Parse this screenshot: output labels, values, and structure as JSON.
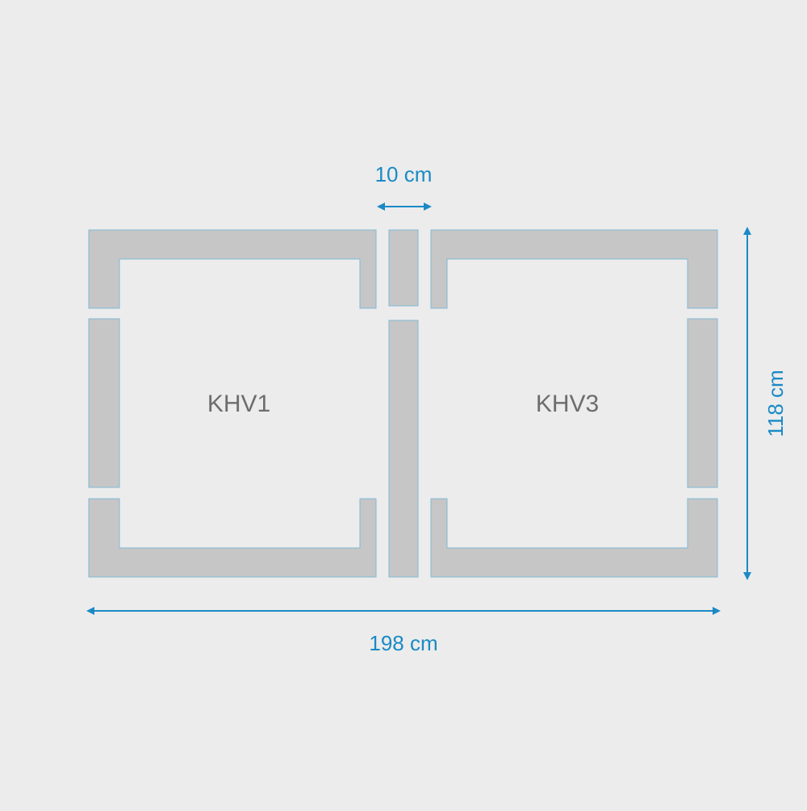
{
  "diagram": {
    "windows": [
      {
        "label": "KHV1"
      },
      {
        "label": "KHV3"
      }
    ],
    "dimensions": {
      "gap": "10 cm",
      "height": "118 cm",
      "width": "198 cm"
    }
  },
  "colors": {
    "background": "#ececec",
    "frame_fill": "#c6c6c6",
    "frame_outline": "#7fb9d6",
    "opening_fill": "#ffffff",
    "accent": "#1a8ac6",
    "label_text": "#6d6d6d"
  }
}
